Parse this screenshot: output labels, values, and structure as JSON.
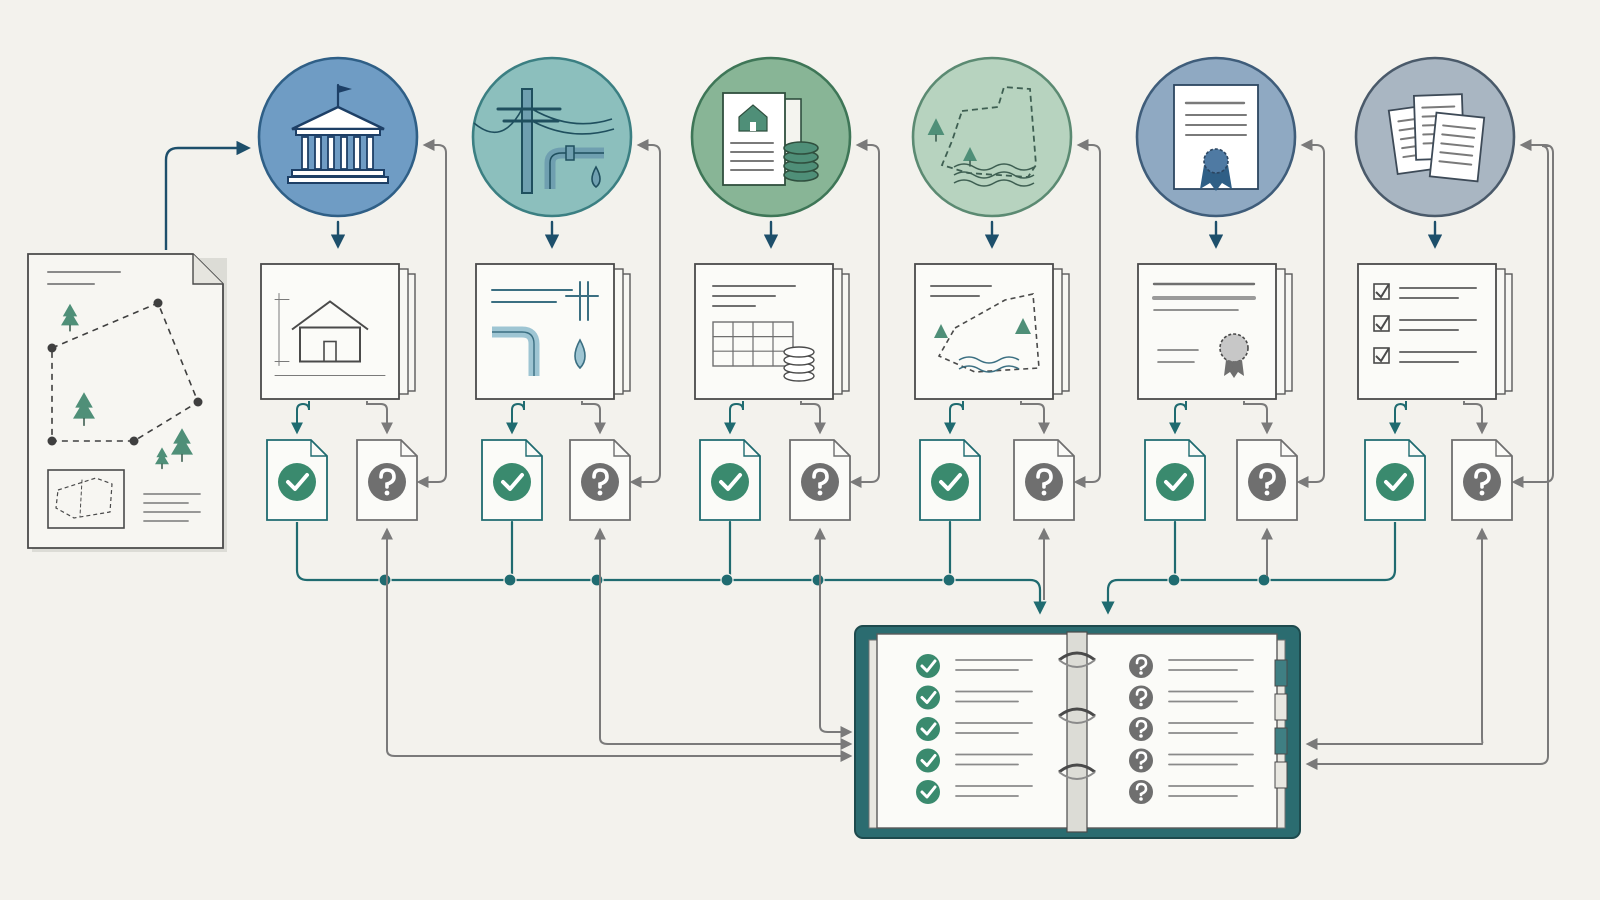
{
  "colors": {
    "background": "#f3f2ed",
    "ink": "#4a4a4a",
    "paper": "#f7f6f2",
    "teal": "#1f6b70",
    "teal_dark": "#1d4f6b",
    "grey_arrow": "#7a7a7a",
    "check_green": "#3a8a6e",
    "question_grey": "#6f6f6f",
    "tree_green": "#4f8f78",
    "binder": "#2b6c70"
  },
  "source_document": {
    "icon": "land-parcel-plan-document-icon",
    "shows": [
      "dashed-parcel-boundary",
      "trees",
      "location-inset-map",
      "text-lines"
    ]
  },
  "stages": [
    {
      "icon": "government-building-icon",
      "circle_color": "#6f9cc4",
      "ring_color": "#2f5f86",
      "report_icon": "building-floor-plan-icon"
    },
    {
      "icon": "utility-pole-and-pipe-icon",
      "circle_color": "#8cbfbd",
      "ring_color": "#3b7f82",
      "report_icon": "pipes-and-water-drop-icon"
    },
    {
      "icon": "property-deed-and-coins-icon",
      "circle_color": "#88b596",
      "ring_color": "#3e7657",
      "report_icon": "ledger-table-and-coins-icon"
    },
    {
      "icon": "parcel-map-with-trees-icon",
      "circle_color": "#b7d3bf",
      "ring_color": "#5b8a72",
      "report_icon": "site-map-with-water-icon"
    },
    {
      "icon": "certificate-with-seal-icon",
      "circle_color": "#8fa9c2",
      "ring_color": "#3f5d7a",
      "report_icon": "certificate-document-icon"
    },
    {
      "icon": "stacked-documents-icon",
      "circle_color": "#a9b6c2",
      "ring_color": "#4a5a6a",
      "report_icon": "checklist-document-icon"
    }
  ],
  "outcomes": {
    "verified_icon": "check-circle-icon",
    "unresolved_icon": "question-circle-icon"
  },
  "binder": {
    "icon": "ring-binder-icon",
    "left_page_marks": [
      "check-circle-icon",
      "check-circle-icon",
      "check-circle-icon",
      "check-circle-icon",
      "check-circle-icon"
    ],
    "right_page_marks": [
      "question-circle-icon",
      "question-circle-icon",
      "question-circle-icon",
      "question-circle-icon",
      "question-circle-icon"
    ]
  }
}
